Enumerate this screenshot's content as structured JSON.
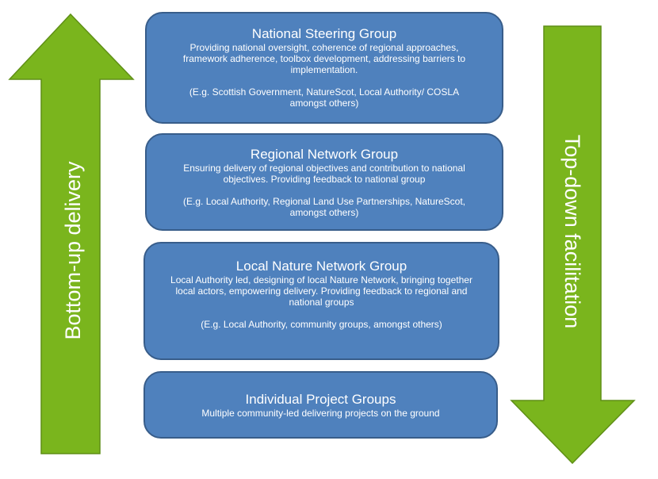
{
  "arrows": {
    "left_label": "Bottom-up delivery",
    "right_label": "Top-down facilitation",
    "color": "#7ab51d",
    "stroke": "#5f8f16"
  },
  "groups": [
    {
      "title": "National Steering Group",
      "description": "Providing national oversight, coherence of regional approaches, framework adherence, toolbox development, addressing barriers to implementation.",
      "example": "(E.g. Scottish Government, NatureScot, Local Authority/ COSLA amongst others)"
    },
    {
      "title": "Regional Network Group",
      "description": "Ensuring delivery of regional objectives and contribution to national objectives. Providing feedback to national group",
      "example": "(E.g. Local Authority, Regional Land Use Partnerships, NatureScot, amongst others)"
    },
    {
      "title": "Local Nature Network Group",
      "description": "Local Authority led, designing of local Nature Network, bringing together local actors, empowering delivery. Providing feedback to regional and national groups",
      "example": "(E.g. Local Authority, community groups, amongst others)"
    },
    {
      "title": "Individual Project Groups",
      "description": "Multiple community-led delivering projects on the ground"
    }
  ],
  "colors": {
    "box_fill": "#4f81bd",
    "box_border": "#385d8a",
    "text": "#ffffff"
  }
}
